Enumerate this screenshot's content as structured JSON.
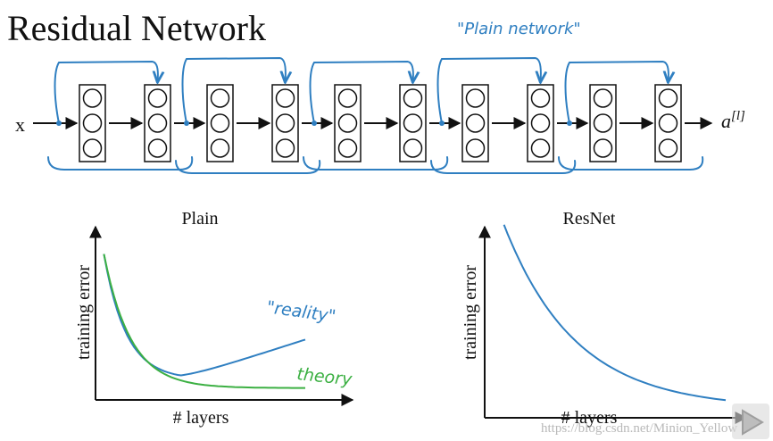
{
  "header": {
    "title": "Residual Network",
    "annotation": "\"Plain  network\""
  },
  "network": {
    "input_label": "x",
    "output_label": "a[l]",
    "output_base": "a",
    "output_sup": "[l]",
    "block_count": 5,
    "neurons_per_layer": 3
  },
  "colors": {
    "ink": "#111111",
    "pen_blue": "#2f7fc1",
    "pen_green": "#3cb043",
    "watermark": "#b9b9b9"
  },
  "chart_data": [
    {
      "type": "line",
      "title": "Plain",
      "xlabel": "# layers",
      "ylabel": "training error",
      "annotations": [
        {
          "text": "\"reality\"",
          "color": "#2f7fc1"
        },
        {
          "text": "theory",
          "color": "#3cb043"
        }
      ],
      "series": [
        {
          "name": "\"reality\"",
          "color": "#2f7fc1"
        },
        {
          "name": "theory",
          "color": "#3cb043"
        }
      ]
    },
    {
      "type": "line",
      "title": "ResNet",
      "xlabel": "# layers",
      "ylabel": "training error",
      "series": [
        {
          "color": "#2f7fc1"
        }
      ]
    }
  ],
  "watermark": "https://blog.csdn.net/Minion_Yellow",
  "player": {
    "play_icon": "play-icon"
  }
}
